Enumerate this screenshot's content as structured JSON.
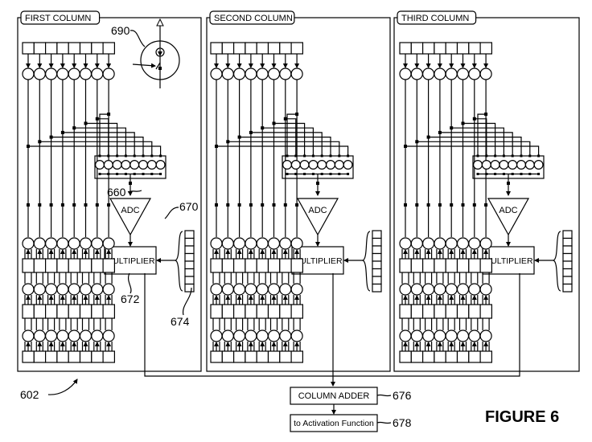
{
  "figure": {
    "title": "FIGURE 6",
    "ref_array": "602",
    "columns": [
      {
        "label": "FIRST COLUMN",
        "adc_label": "ADC",
        "multiplier_label": "MULTIPLIER",
        "refs": {
          "bus": "660",
          "adc": "670",
          "multiplier": "672",
          "weights": "674",
          "cell": "690"
        }
      },
      {
        "label": "SECOND COLUMN",
        "adc_label": "ADC",
        "multiplier_label": "MULTIPLIER"
      },
      {
        "label": "THIRD COLUMN",
        "adc_label": "ADC",
        "multiplier_label": "MULTIPLIER"
      }
    ],
    "cells_per_row": 8,
    "weight_register_cells": 8,
    "adder": {
      "label": "COLUMN ADDER",
      "ref": "676"
    },
    "activation": {
      "label": "to Activation Function",
      "ref": "678"
    }
  }
}
